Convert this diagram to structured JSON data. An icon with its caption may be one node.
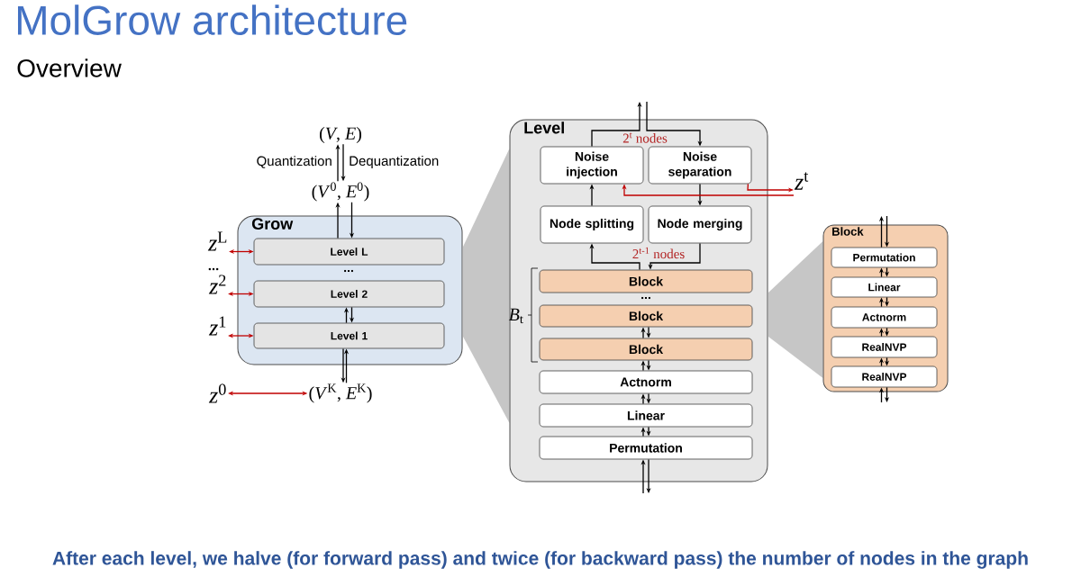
{
  "diagram": {
    "title": "MolGrow architecture",
    "caption": "After each level, we halve (for forward pass) and twice (for backward pass) the number of nodes in the graph",
    "nodes": [
      {
        "text": [
          "(*V*, *E*)"
        ]
      },
      {
        "text": [
          "(*V*$^{0}$, *E*$^{0}$)"
        ]
      },
      {
        "text": [
          "Grow"
        ]
      },
      {
        "text": [
          "Level L"
        ],
        "in": 2
      },
      {
        "text": [
          "Level 2"
        ],
        "in": 2
      },
      {
        "text": [
          "Level 1"
        ],
        "in": 2
      },
      {
        "text": [
          "*z*$^{L}$"
        ]
      },
      {
        "text": [
          "*z*$^{2}$"
        ]
      },
      {
        "text": [
          "*z*$^{1}$"
        ]
      },
      {
        "text": [
          "*z*$^{0}$"
        ]
      },
      {
        "text": [
          "(*V*$^{K}$, *E*$^{K}$)"
        ]
      },
      {
        "text": [
          "Level"
        ]
      },
      {
        "text": [
          "Noise injection"
        ],
        "in": 11
      },
      {
        "text": [
          "Noise separation"
        ],
        "in": 11
      },
      {
        "text": [
          "Node splitting"
        ],
        "in": 11
      },
      {
        "text": [
          "Node merging"
        ],
        "in": 11
      },
      {
        "text": [
          "Block"
        ],
        "in": 11
      },
      {
        "text": [
          "Block"
        ],
        "in": 11
      },
      {
        "text": [
          "Block"
        ],
        "in": 11
      },
      {
        "text": [
          "Actnorm"
        ],
        "in": 11
      },
      {
        "text": [
          "Linear"
        ],
        "in": 11
      },
      {
        "text": [
          "Permutation"
        ],
        "in": 11
      },
      {
        "text": [
          "*z*$^{t}$"
        ]
      },
      {
        "text": [
          "Block"
        ]
      },
      {
        "text": [
          "Permutation"
        ],
        "in": 23
      },
      {
        "text": [
          "Linear"
        ],
        "in": 23
      },
      {
        "text": [
          "Actnorm"
        ],
        "in": 23
      },
      {
        "text": [
          "RealNVP"
        ],
        "in": 23
      },
      {
        "text": [
          "RealNVP"
        ],
        "in": 23
      },
      {
        "text": [],
        "shape": "wedge"
      },
      {
        "text": [],
        "shape": "wedge"
      }
    ],
    "edges": [
      {
        "from": 1,
        "to": 0,
        "arrow": "to",
        "label": "Quantization"
      },
      {
        "from": 0,
        "to": 1,
        "arrow": "to",
        "label": "Dequantization"
      },
      {
        "from": 3,
        "to": 1,
        "arrow": "to"
      },
      {
        "from": 1,
        "to": 3,
        "arrow": "to"
      },
      {
        "from": 5,
        "to": 4,
        "arrow": "to"
      },
      {
        "from": 4,
        "to": 5,
        "arrow": "to"
      },
      {
        "from": 10,
        "to": 5,
        "arrow": "to"
      },
      {
        "from": 5,
        "to": 10,
        "arrow": "to"
      },
      {
        "from": 6,
        "to": 3,
        "arrow": "both",
        "color": "#c00000"
      },
      {
        "from": 7,
        "to": 4,
        "arrow": "both",
        "color": "#c00000"
      },
      {
        "from": 8,
        "to": 5,
        "arrow": "both",
        "color": "#c00000"
      },
      {
        "from": 9,
        "to": 10,
        "arrow": "both",
        "color": "#c00000"
      },
      {
        "from": 12,
        "to": null,
        "arrow": "to"
      },
      {
        "from": null,
        "to": 13,
        "arrow": "to"
      },
      {
        "from": 14,
        "to": 12,
        "arrow": "to"
      },
      {
        "from": 13,
        "to": 15,
        "arrow": "to"
      },
      {
        "from": 16,
        "to": 14,
        "arrow": "to"
      },
      {
        "from": 15,
        "to": 16,
        "arrow": "to"
      },
      {
        "from": 13,
        "to": 22,
        "arrow": "to",
        "color": "#c00000"
      },
      {
        "from": 22,
        "to": 12,
        "arrow": "to",
        "color": "#c00000"
      },
      {
        "from": 18,
        "to": 17,
        "arrow": "to"
      },
      {
        "from": 17,
        "to": 18,
        "arrow": "to"
      },
      {
        "from": 19,
        "to": 18,
        "arrow": "to"
      },
      {
        "from": 18,
        "to": 19,
        "arrow": "to"
      },
      {
        "from": 20,
        "to": 19,
        "arrow": "to"
      },
      {
        "from": 19,
        "to": 20,
        "arrow": "to"
      },
      {
        "from": 21,
        "to": 20,
        "arrow": "to"
      },
      {
        "from": 20,
        "to": 21,
        "arrow": "to"
      },
      {
        "from": null,
        "to": 21,
        "arrow": "to"
      },
      {
        "from": 21,
        "to": null,
        "arrow": "to"
      },
      {
        "from": 24,
        "to": null,
        "arrow": "to"
      },
      {
        "from": null,
        "to": 24,
        "arrow": "to"
      },
      {
        "from": 25,
        "to": 24,
        "arrow": "to"
      },
      {
        "from": 24,
        "to": 25,
        "arrow": "to"
      },
      {
        "from": 26,
        "to": 25,
        "arrow": "to"
      },
      {
        "from": 25,
        "to": 26,
        "arrow": "to"
      },
      {
        "from": 27,
        "to": 26,
        "arrow": "to"
      },
      {
        "from": 26,
        "to": 27,
        "arrow": "to"
      },
      {
        "from": 28,
        "to": 27,
        "arrow": "to"
      },
      {
        "from": 27,
        "to": 28,
        "arrow": "to"
      },
      {
        "from": null,
        "to": 28,
        "arrow": "to"
      },
      {
        "from": 28,
        "to": null,
        "arrow": "to"
      }
    ],
    "labels": [
      "Overview",
      "...",
      "...",
      "2$^{t}$ nodes",
      "2$^{t-1}$ nodes",
      "...",
      "*B*$_{t}$"
    ]
  }
}
